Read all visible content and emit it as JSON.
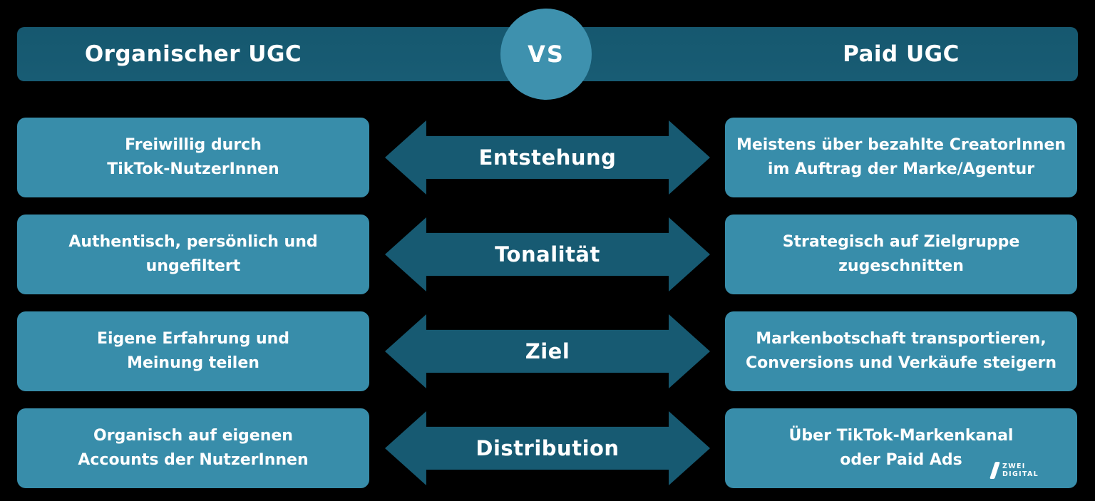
{
  "header": {
    "left_title": "Organischer UGC",
    "vs_label": "VS",
    "right_title": "Paid UGC"
  },
  "rows": [
    {
      "label": "Entstehung",
      "left_lines": [
        "Freiwillig durch",
        "TikTok-NutzerInnen"
      ],
      "right_lines": [
        "Meistens über bezahlte CreatorInnen",
        "im Auftrag der Marke/Agentur"
      ]
    },
    {
      "label": "Tonalität",
      "left_lines": [
        "Authentisch, persönlich und",
        "ungefiltert"
      ],
      "right_lines": [
        "Strategisch auf Zielgruppe",
        "zugeschnitten"
      ]
    },
    {
      "label": "Ziel",
      "left_lines": [
        "Eigene Erfahrung und",
        "Meinung teilen"
      ],
      "right_lines": [
        "Markenbotschaft transportieren,",
        "Conversions und Verkäufe steigern"
      ]
    },
    {
      "label": "Distribution",
      "left_lines": [
        "Organisch auf eigenen",
        "Accounts der NutzerInnen"
      ],
      "right_lines": [
        "Über TikTok-Markenkanal",
        "oder Paid Ads"
      ]
    }
  ],
  "logo": {
    "line1": "ZWEI",
    "line2": "DIGITAL"
  },
  "colors": {
    "dark_teal": "#175a72",
    "box_teal": "#388daa",
    "circle_teal": "#3e91ae",
    "text": "#ffffff",
    "background": "#000000"
  }
}
